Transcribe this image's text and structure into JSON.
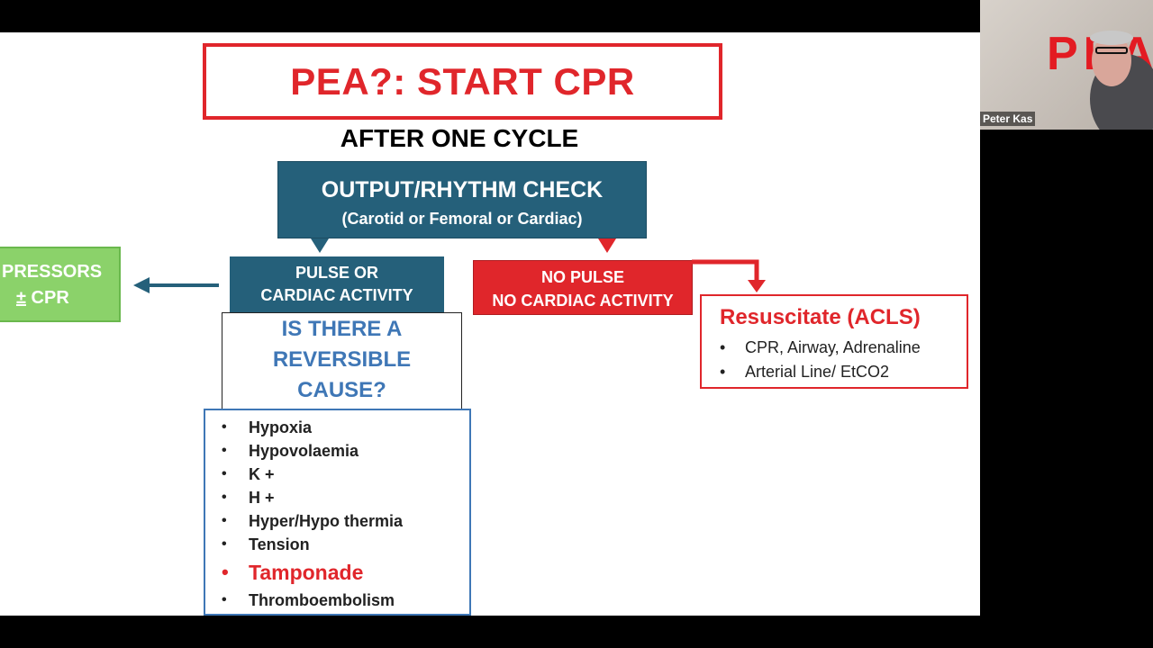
{
  "slide": {
    "title": "PEA?: START CPR",
    "subtitle": "AFTER ONE CYCLE",
    "check_box": {
      "title": "OUTPUT/RHYTHM CHECK",
      "subtitle": "(Carotid or Femoral or Cardiac)"
    },
    "pulse_box": {
      "line1": "PULSE OR",
      "line2": "CARDIAC ACTIVITY"
    },
    "no_pulse_box": {
      "line1": "NO PULSE",
      "line2": "NO CARDIAC ACTIVITY"
    },
    "pressors_box": {
      "line1": "PRESSORS",
      "line2_symbol": "±",
      "line2_text": "CPR"
    },
    "reversible_box": {
      "line1": "IS THERE A",
      "line2": "REVERSIBLE",
      "line3": "CAUSE?"
    },
    "causes": [
      "Hypoxia",
      "Hypovolaemia",
      "K +",
      "H +",
      "Hyper/Hypo thermia",
      "Tension",
      "Tamponade",
      "Thromboembolism"
    ],
    "acls_box": {
      "title": "Resuscitate (ACLS)",
      "items": [
        "CPR, Airway, Adrenaline",
        "Arterial Line/ EtCO2"
      ]
    }
  },
  "webcam": {
    "participant_name": "Peter Kas",
    "background_sign_text": "PEA"
  },
  "colors": {
    "red": "#e0262b",
    "teal": "#25607a",
    "blue": "#3f77b6",
    "green": "#8bd26a"
  }
}
